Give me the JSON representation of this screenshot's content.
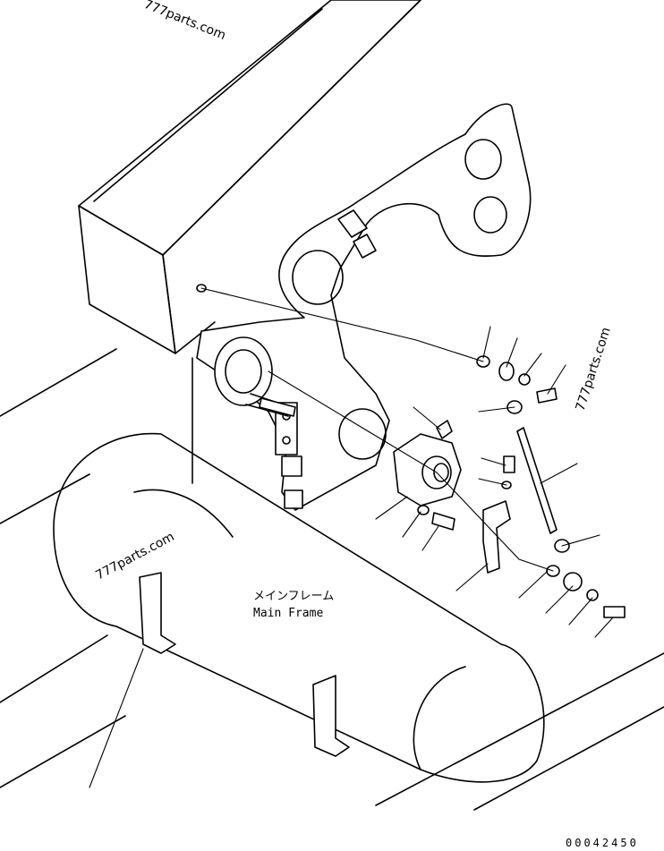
{
  "watermarks": [
    "777parts.com",
    "777parts.com",
    "777parts.com"
  ],
  "label_jp": "メインフレーム",
  "label_en": "Main Frame",
  "drawing_code": "00042450"
}
